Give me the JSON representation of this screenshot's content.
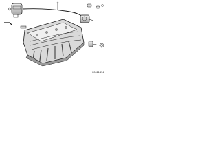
{
  "diagram": {
    "reference_code": "00011474",
    "parts": [
      {
        "name": "vacuum-reservoir",
        "icon": "cylinder-icon"
      },
      {
        "name": "vacuum-hose",
        "icon": "hose-icon"
      },
      {
        "name": "check-valve",
        "icon": "valve-icon"
      },
      {
        "name": "intake-manifold",
        "icon": "manifold-icon"
      },
      {
        "name": "throttle-body",
        "icon": "throttle-icon"
      },
      {
        "name": "hose-clamp",
        "icon": "clamp-icon"
      },
      {
        "name": "elbow-fitting",
        "icon": "fitting-icon"
      }
    ],
    "colors": {
      "line": "#1a1a1a",
      "body": "#e3e3e3",
      "shade": "#9a9a9a",
      "dark": "#4a4a4a"
    }
  }
}
